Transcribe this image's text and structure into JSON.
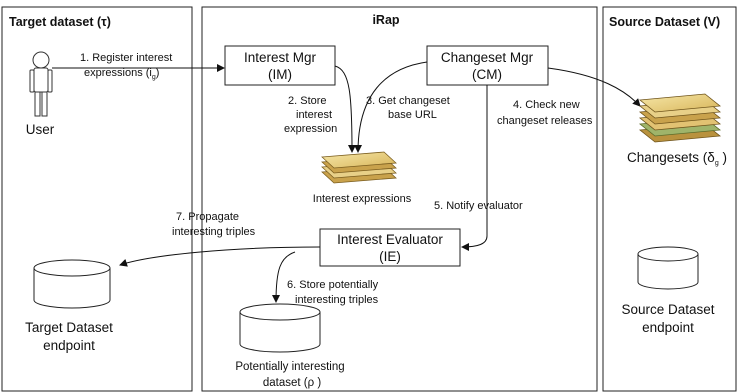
{
  "panels": {
    "target": "Target dataset (τ)",
    "irap": "iRap",
    "source": "Source Dataset (V)"
  },
  "actors": {
    "user": "User"
  },
  "components": {
    "im": {
      "name": "Interest Mgr",
      "abbr": "(IM)"
    },
    "cm": {
      "name": "Changeset Mgr",
      "abbr": "(CM)"
    },
    "ie": {
      "name": "Interest Evaluator",
      "abbr": "(IE)"
    }
  },
  "stores": {
    "interest_expressions": "Interest expressions",
    "changesets": {
      "text": "Changesets (δ",
      "sub": "g",
      "close": " )"
    },
    "target_endpoint": [
      "Target Dataset",
      "endpoint"
    ],
    "source_endpoint": [
      "Source Dataset",
      "endpoint"
    ],
    "potential": [
      "Potentially interesting",
      "dataset (ρ )"
    ]
  },
  "steps": {
    "s1": {
      "line1": "1. Register interest",
      "line2a": "expressions (i",
      "sub": "g",
      "close": ")"
    },
    "s2": [
      "2. Store",
      "interest",
      "expression"
    ],
    "s3": [
      "3. Get changeset",
      "base URL"
    ],
    "s4": [
      "4. Check new",
      "changeset releases"
    ],
    "s5": "5. Notify evaluator",
    "s6": [
      "6. Store potentially",
      "interesting triples"
    ],
    "s7": [
      "7. Propagate",
      "interesting triples"
    ]
  }
}
